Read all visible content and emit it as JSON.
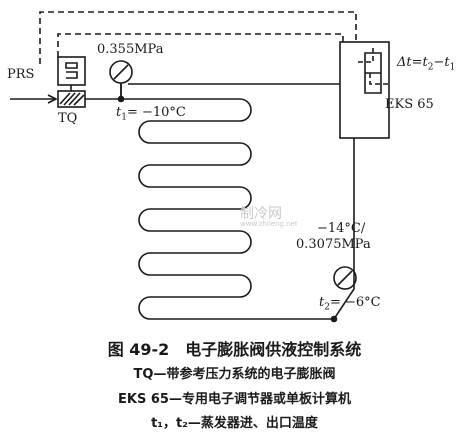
{
  "labels": {
    "prs": "PRS",
    "tq": "TQ",
    "pressure_top": "0.355MPa",
    "t1": "t",
    "t1_sub": "1",
    "t1_value": "= −10°C",
    "delta_t": "Δt=t",
    "delta_t_sub2": "2",
    "delta_t_mid": "−t",
    "delta_t_sub1": "1",
    "eks": "EKS 65",
    "outlet_temp": "−14°C/",
    "outlet_pressure": "0.3075MPa",
    "t2": "t",
    "t2_sub": "2",
    "t2_value": "= −6°C"
  },
  "watermark": {
    "main": "制冷网",
    "sub": "www.zhileng.net"
  },
  "caption": {
    "title": "图 49-2　电子膨胀阀供液控制系统",
    "line1": "TQ—带参考压力系统的电子膨胀阀",
    "line2": "EKS 65—专用电子调节器或单板计算机",
    "line3": "t₁，t₂—蒸发器进、出口温度"
  },
  "colors": {
    "line": "#1a1a1a",
    "background": "#ffffff"
  }
}
